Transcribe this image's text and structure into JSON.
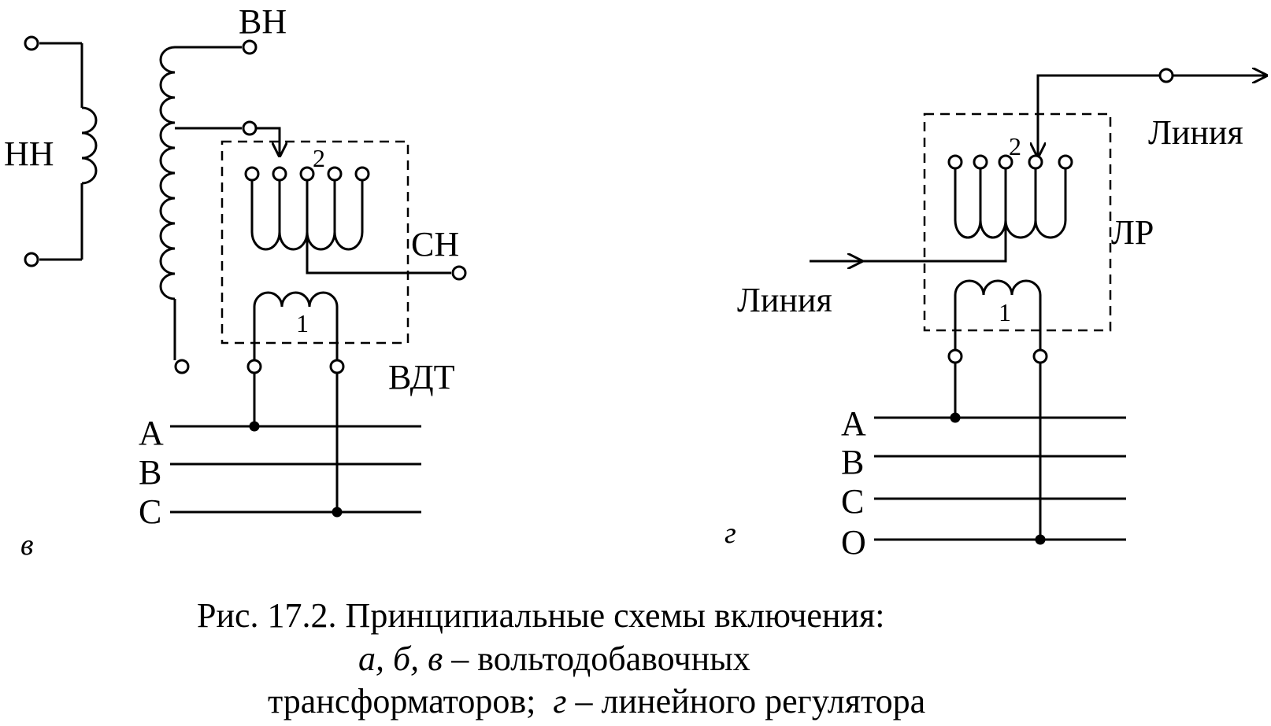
{
  "diagram_v": {
    "panel_label": "в",
    "low_voltage": "НН",
    "high_voltage": "ВН",
    "medium_voltage": "СН",
    "booster_transformer": "ВДТ",
    "winding_2": "2",
    "winding_1": "1",
    "phases": [
      "A",
      "B",
      "C"
    ]
  },
  "diagram_g": {
    "panel_label": "г",
    "line_out": "Линия",
    "line_in": "Линия",
    "regulator": "ЛР",
    "winding_2": "2",
    "winding_1": "1",
    "phases": [
      "A",
      "B",
      "C",
      "O"
    ]
  },
  "caption": {
    "line1": "Рис. 17.2. Принципиальные схемы включения:",
    "line2_italic": "а, б, в",
    "line2_rest": " – вольтодобавочных",
    "line3_start": "трансформаторов;  ",
    "line3_italic": "г",
    "line3_rest": " – линейного регулятора"
  }
}
